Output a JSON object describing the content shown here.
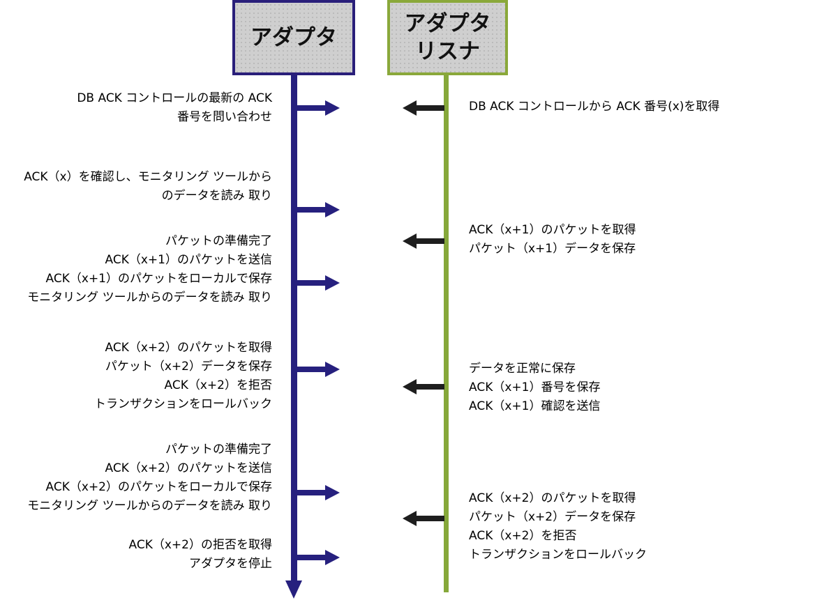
{
  "participants": {
    "adapter": {
      "lines": [
        "アダプタ"
      ]
    },
    "listener": {
      "lines": [
        "アダプタ",
        "リスナ"
      ]
    }
  },
  "colors": {
    "adapter_line": "#26207e",
    "listener_line": "#86a83a",
    "listener_arrow": "#1e1e1e",
    "box_fill": "#cfcfcf"
  },
  "adapter_steps": [
    {
      "lines": [
        "DB ACK コントロールの最新の ACK",
        "番号を問い合わせ"
      ]
    },
    {
      "lines": [
        "ACK（x）を確認し、モニタリング ツールから",
        "のデータを読み 取り"
      ]
    },
    {
      "lines": [
        "パケットの準備完了",
        "ACK（x+1）のパケットを送信",
        "ACK（x+1）のパケットをローカルで保存",
        "モニタリング ツールからのデータを読み 取り"
      ]
    },
    {
      "lines": [
        "ACK（x+2）のパケットを取得",
        "パケット（x+2）データを保存",
        "ACK（x+2）を拒否",
        "トランザクションをロールバック"
      ]
    },
    {
      "lines": [
        "パケットの準備完了",
        "ACK（x+2）のパケットを送信",
        "ACK（x+2）のパケットをローカルで保存",
        "モニタリング ツールからのデータを読み 取り"
      ]
    },
    {
      "lines": [
        "ACK（x+2）の拒否を取得",
        "アダプタを停止"
      ]
    }
  ],
  "listener_steps": [
    {
      "lines": [
        "DB ACK コントロールから ACK 番号(x)を取得"
      ]
    },
    {
      "lines": [
        "ACK（x+1）のパケットを取得",
        "パケット（x+1）データを保存"
      ]
    },
    {
      "lines": [
        "データを正常に保存",
        "ACK（x+1）番号を保存",
        "ACK（x+1）確認を送信"
      ]
    },
    {
      "lines": [
        "ACK（x+2）のパケットを取得",
        "パケット（x+2）データを保存",
        "ACK（x+2）を拒否",
        "トランザクションをロールバック"
      ]
    }
  ]
}
